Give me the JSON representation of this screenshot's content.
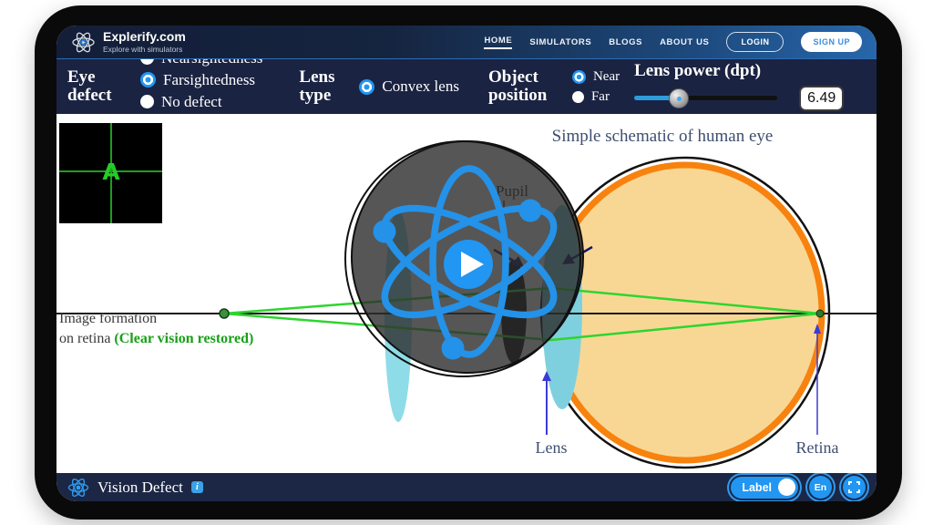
{
  "navbar": {
    "brand": {
      "name": "Explerify.com",
      "tagline": "Explore with simulators"
    },
    "links": [
      {
        "label": "HOME"
      },
      {
        "label": "SIMULATORS"
      },
      {
        "label": "BLOGS"
      },
      {
        "label": "ABOUT US"
      }
    ],
    "login_label": "LOGIN",
    "signup_label": "SIGN UP"
  },
  "controls": {
    "eye_defect": {
      "label": "Eye defect",
      "options": [
        {
          "label": "Nearsightedness",
          "selected": false
        },
        {
          "label": "Farsightedness",
          "selected": true
        },
        {
          "label": "No defect",
          "selected": false
        }
      ]
    },
    "lens_type": {
      "label": "Lens type",
      "options": [
        {
          "label": "Convex lens",
          "selected": true
        }
      ]
    },
    "object_position": {
      "label": "Object position",
      "options": [
        {
          "label": "Near",
          "selected": true
        },
        {
          "label": "Far",
          "selected": false
        }
      ]
    },
    "lens_power": {
      "label": "Lens power (dpt)",
      "value": "6.49",
      "slider_percent": 31
    }
  },
  "simulation": {
    "preview": {
      "letter": "A",
      "caption_line1": "Image formation",
      "caption_line2": "on retina",
      "caption_highlight": "(Clear vision restored)"
    },
    "schematic": {
      "title": "Simple schematic of human eye",
      "pupil_label": "Pupil",
      "lens_label": "Lens",
      "retina_label": "Retina"
    }
  },
  "bottombar": {
    "title": "Vision Defect",
    "info_badge": "i",
    "label_toggle": "Label",
    "language_button": "En"
  },
  "colors": {
    "accent": "#2196f3",
    "ray_green": "#2ed52e",
    "eye_fill": "#f8d795",
    "eye_ring": "#f8820e",
    "lens_cyan": "#8edce8",
    "caption_green": "#18a018"
  }
}
